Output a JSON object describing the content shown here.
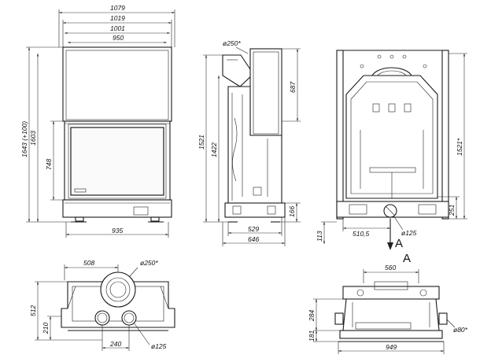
{
  "front_view": {
    "width_top": "1079",
    "width_frame": "1019",
    "width_inner": "1001",
    "width_glass": "950",
    "height_total": "1643 (+100)",
    "height_mid": "1603",
    "height_door": "748",
    "width_base": "935"
  },
  "side_view": {
    "flue_diameter": "ø250*",
    "height_top": "687",
    "height_total": "1521",
    "height_body": "1422",
    "height_leg": "166",
    "depth_body": "529",
    "depth_total": "646"
  },
  "rear_view": {
    "height_total": "1521*",
    "height_inlet": "251",
    "width_offset": "510,5",
    "inlet_diameter": "ø125",
    "section_label": "A"
  },
  "left_small": {
    "height_113": "113"
  },
  "top_view": {
    "offset_width": "508",
    "flue_diameter": "ø250*",
    "depth_total": "512",
    "depth_front": "210",
    "inlet_spacing": "240",
    "inlet_diameter": "ø125"
  },
  "section_view": {
    "label": "A",
    "width_top": "560",
    "height_284": "284",
    "height_181": "181",
    "width_base": "949",
    "outlet_diameter": "ø80*"
  }
}
